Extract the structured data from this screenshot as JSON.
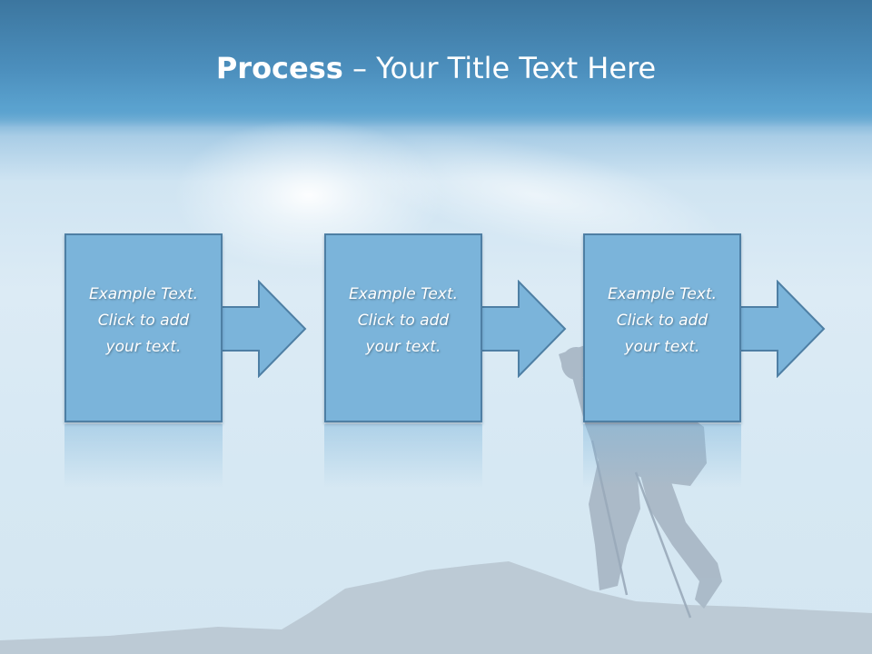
{
  "slide": {
    "title_bold": "Process",
    "title_rest": " – Your Title Text Here"
  },
  "process_steps": [
    {
      "text": "Example Text.\nClick  to add\nyour text."
    },
    {
      "text": "Example Text.\nClick  to add\nyour text."
    },
    {
      "text": "Example Text.\nClick  to add\nyour text."
    }
  ],
  "colors": {
    "box_fill": "#7bb4da",
    "box_border": "#4e7fa4",
    "title_text": "#ffffff",
    "header_band": "#4c8fbd"
  }
}
